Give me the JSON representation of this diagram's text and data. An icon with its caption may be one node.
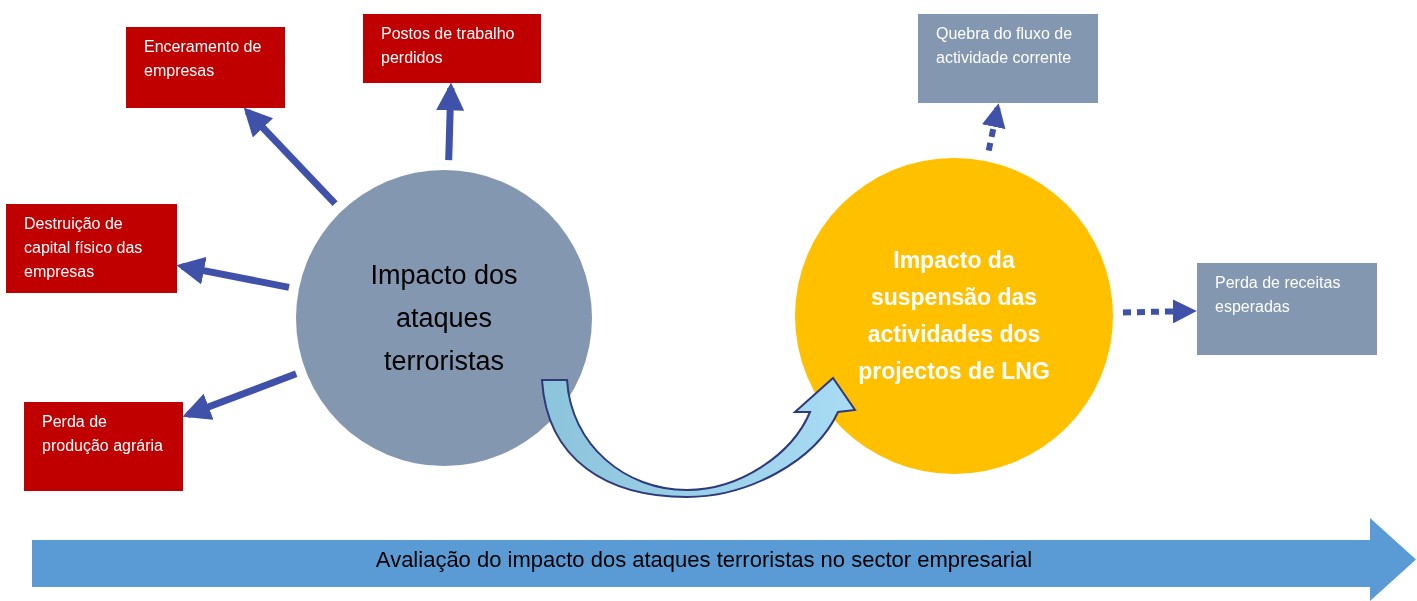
{
  "diagram": {
    "nodes": [
      {
        "text": [
          "Impacto dos ataques terroristas"
        ]
      },
      {
        "text": [
          "Enceramento de empresas"
        ]
      },
      {
        "text": [
          "Postos de trabalho perdidos"
        ]
      },
      {
        "text": [
          "Destruição de capital físico das empresas"
        ]
      },
      {
        "text": [
          "Perda de produção agrária"
        ]
      },
      {
        "text": [
          "Impacto da suspensão das actividades dos projectos de LNG"
        ]
      },
      {
        "text": [
          "Quebra do fluxo de actividade corrente"
        ]
      },
      {
        "text": [
          "Perda de receitas esperadas"
        ]
      },
      {
        "text": [
          "Avaliação do impacto dos ataques terroristas no sector empresarial"
        ]
      }
    ],
    "edges": [
      {
        "from": 0,
        "to": 1,
        "arrow": "to"
      },
      {
        "from": 0,
        "to": 2,
        "arrow": "to"
      },
      {
        "from": 0,
        "to": 3,
        "arrow": "to"
      },
      {
        "from": 0,
        "to": 4,
        "arrow": "to"
      },
      {
        "from": 0,
        "to": 5,
        "arrow": "to",
        "style": "thick",
        "color": "#8cc4dc"
      },
      {
        "from": 5,
        "to": 6,
        "arrow": "to",
        "style": "dashed"
      },
      {
        "from": 5,
        "to": 7,
        "arrow": "to",
        "style": "dashed"
      }
    ]
  }
}
